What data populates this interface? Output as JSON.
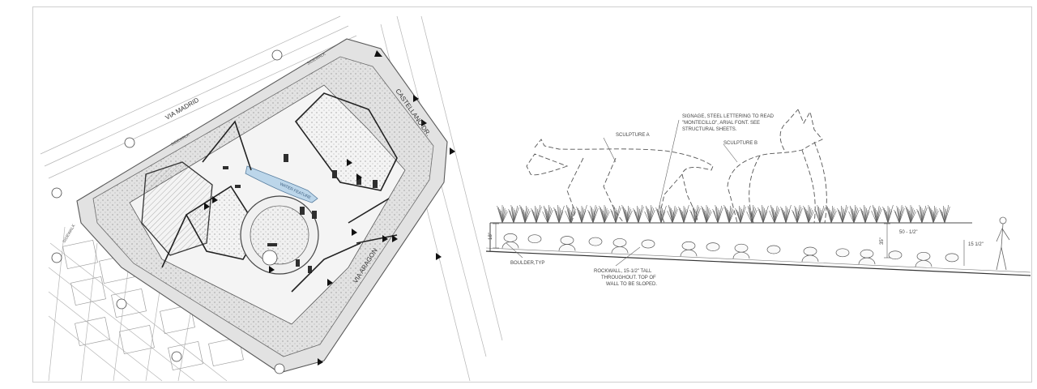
{
  "plan": {
    "streets": {
      "top_left": "VIA MADRID",
      "top_right": "CASTELLANO DR.",
      "bottom_right": "VIA ARAGON"
    },
    "sidewalk_labels": [
      "SIDEWALK",
      "SIDEWALK",
      "SIDEWALK"
    ],
    "feature_label": "WATER FEATURE"
  },
  "elevation": {
    "sculpture_a": "SCULPTURE A",
    "sculpture_b": "SCULPTURE B",
    "signage_note": [
      "SIGNAGE, STEEL LETTERING TO READ",
      "\"MONTECILLO\", ARIAL FONT. SEE",
      "STRUCTURAL SHEETS."
    ],
    "boulder_note": "BOULDER,TYP",
    "rockwall_note": [
      "ROCKWALL, 15-1/2\" TALL",
      "THROUGHOUT. TOP OF",
      "WALL TO BE SLOPED."
    ],
    "dimensions": {
      "left": "18\"",
      "mid": "35\"",
      "right": "50 - 1/2\"",
      "far_right": "15 1/2\""
    }
  },
  "colors": {
    "line": "#3a3a3a",
    "hatch": "#9a9a9a",
    "fill": "#d9d9d9",
    "water": "#bcd6ea"
  }
}
